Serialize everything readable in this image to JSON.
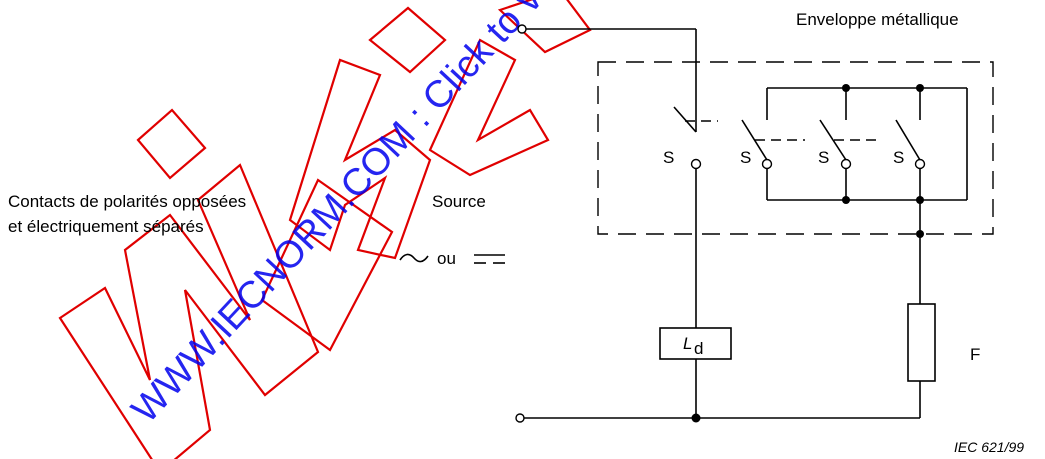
{
  "labels": {
    "enclosure": "Enveloppe métallique",
    "contacts_line1": "Contacts de polarités opposées",
    "contacts_line2": "et électriquement séparés",
    "source": "Source",
    "source_or": "ou",
    "switch_label": "S",
    "load_letter": "L",
    "load_subscript": "d",
    "fuse": "F",
    "figure_ref": "IEC 621/99"
  },
  "watermark": {
    "text": "WWW.IECNORM.COM : Click to view the full PDF",
    "color": "#cc0000",
    "overlay_color": "#0000ee"
  }
}
